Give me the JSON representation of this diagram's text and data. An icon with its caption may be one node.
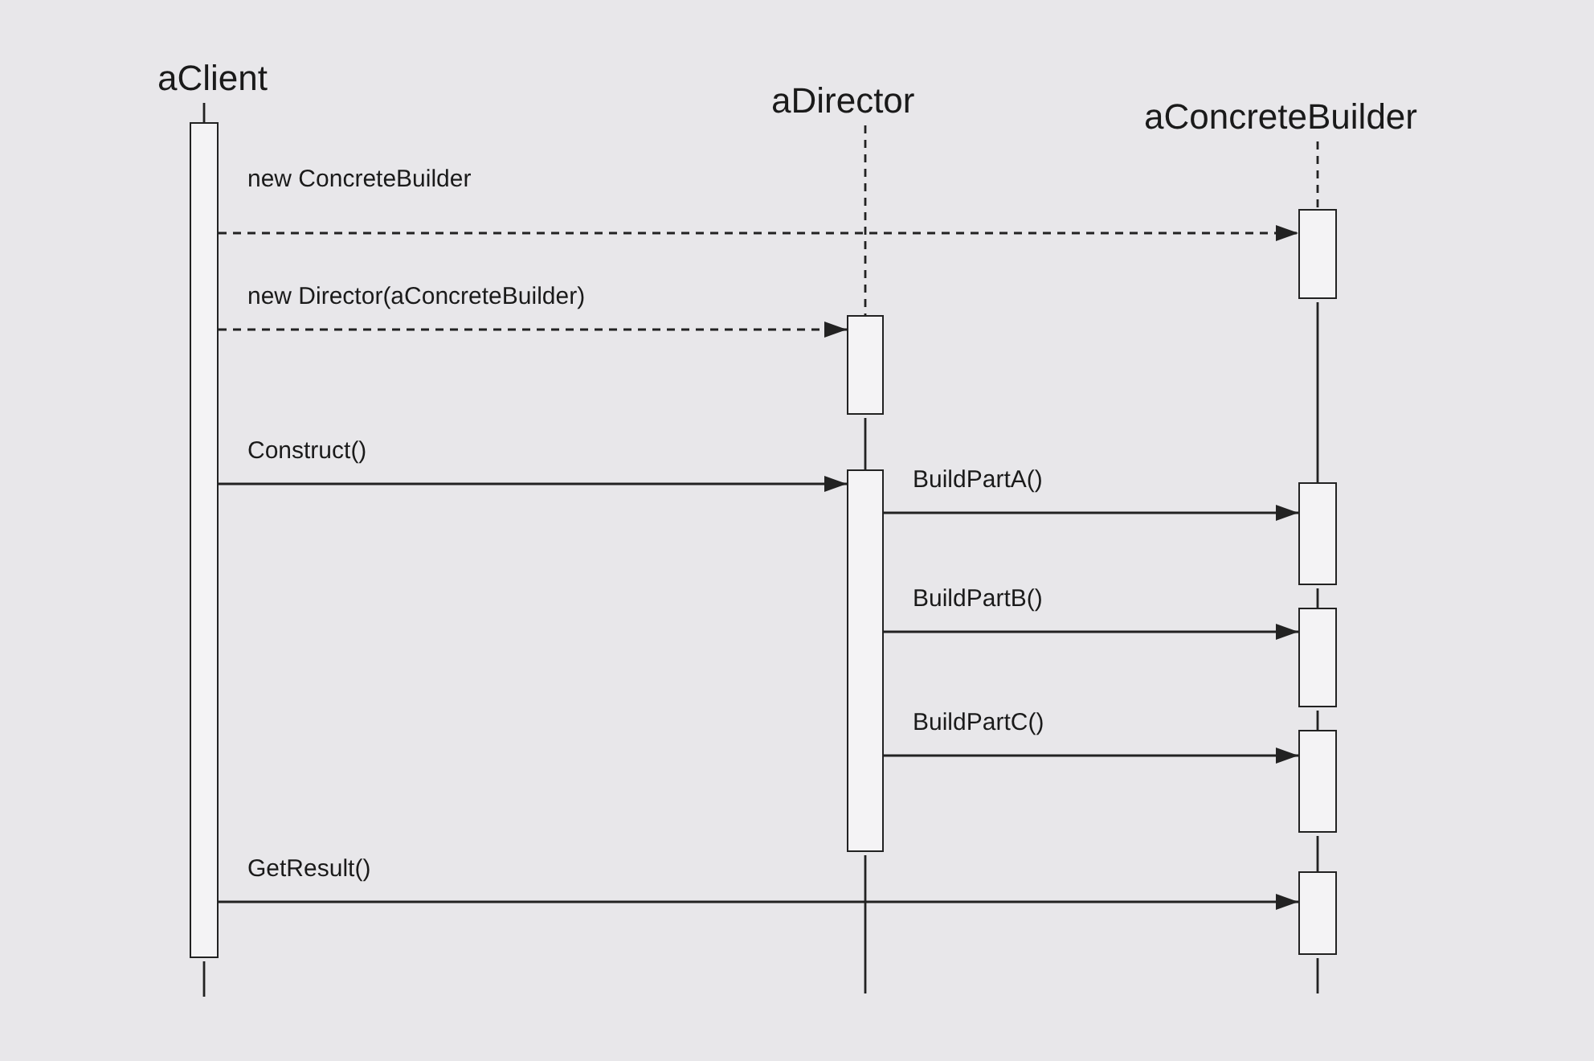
{
  "diagram": {
    "nodes": [
      {
        "text": [
          "aClient"
        ]
      },
      {
        "text": [
          "aDirector"
        ]
      },
      {
        "text": [
          "aConcreteBuilder"
        ]
      },
      {
        "text": [],
        "shape": "bar"
      },
      {
        "text": [],
        "shape": "bar"
      },
      {
        "text": [],
        "shape": "bar"
      },
      {
        "text": [],
        "shape": "bar"
      },
      {
        "text": [],
        "shape": "bar"
      },
      {
        "text": [],
        "shape": "bar"
      },
      {
        "text": [],
        "shape": "bar"
      },
      {
        "text": [],
        "shape": "bar"
      }
    ],
    "edges": [
      {
        "from": 3,
        "to": 6,
        "arrow": "to",
        "label": "new ConcreteBuilder",
        "style": "dashed"
      },
      {
        "from": 3,
        "to": 4,
        "arrow": "to",
        "label": "new Director(aConcreteBuilder)",
        "style": "dashed"
      },
      {
        "from": 3,
        "to": 5,
        "arrow": "to",
        "label": "Construct()"
      },
      {
        "from": 5,
        "to": 7,
        "arrow": "to",
        "label": "BuildPartA()"
      },
      {
        "from": 5,
        "to": 8,
        "arrow": "to",
        "label": "BuildPartB()"
      },
      {
        "from": 5,
        "to": 9,
        "arrow": "to",
        "label": "BuildPartC()"
      },
      {
        "from": 3,
        "to": 10,
        "arrow": "to",
        "label": "GetResult()"
      },
      {
        "from": 0,
        "to": 3,
        "arrow": "none"
      },
      {
        "from": 3,
        "to": null,
        "arrow": "none"
      },
      {
        "from": 1,
        "to": 4,
        "arrow": "none",
        "style": "dashed"
      },
      {
        "from": 4,
        "to": 5,
        "arrow": "none"
      },
      {
        "from": 5,
        "to": null,
        "arrow": "none"
      },
      {
        "from": 2,
        "to": 6,
        "arrow": "none",
        "style": "dashed"
      },
      {
        "from": 6,
        "to": 7,
        "arrow": "none"
      },
      {
        "from": 7,
        "to": 8,
        "arrow": "none"
      },
      {
        "from": 8,
        "to": 9,
        "arrow": "none"
      },
      {
        "from": 9,
        "to": 10,
        "arrow": "none"
      },
      {
        "from": 10,
        "to": null,
        "arrow": "none"
      }
    ]
  }
}
